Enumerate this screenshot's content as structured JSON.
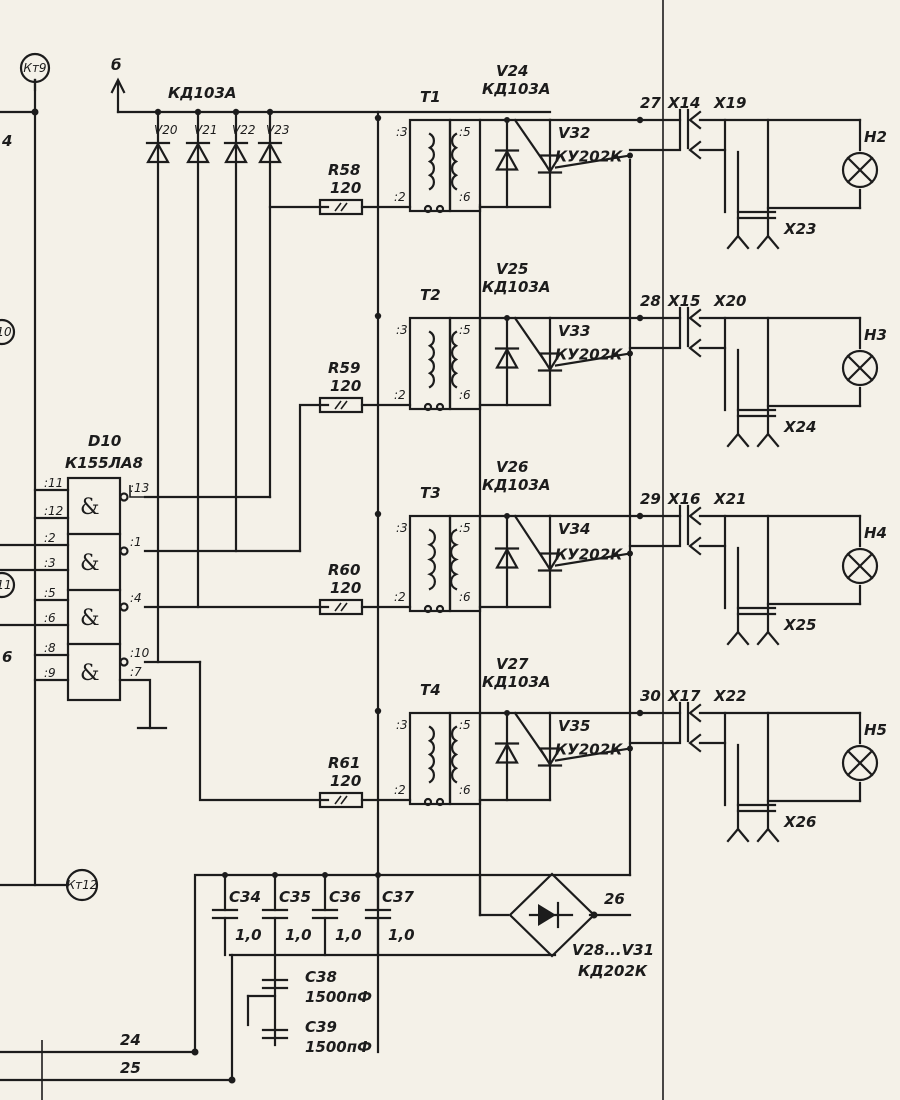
{
  "supply_label": "б",
  "left_terminals": {
    "kt9": "Кт9",
    "kt10": "10",
    "kt11": "11",
    "kt12": "Кт12"
  },
  "left_edge_labels": {
    "n4": "4",
    "n6": "6"
  },
  "diode_group": {
    "type": "КД103А",
    "refs": [
      "V20",
      "V21",
      "V22",
      "V23"
    ]
  },
  "chip": {
    "ref": "D10",
    "type": "К155ЛА8",
    "symbol": "&",
    "input_pins": [
      ":11",
      ":12",
      ":2",
      ":3",
      ":5",
      ":6",
      ":8",
      ":9"
    ],
    "output_pins": [
      ":13",
      ":1",
      ":4",
      ":10"
    ],
    "ground_pin": ":7"
  },
  "channels": [
    {
      "transformer": "T1",
      "resistor": "R58",
      "resistor_value": "120",
      "diode": "V24",
      "diode_type": "КД103А",
      "thyristor": "V32",
      "thyristor_type": "КУ202К",
      "node": "27",
      "connector_a": "X14",
      "connector_b": "X19",
      "connector_c": "X23",
      "lamp": "H2",
      "pins": [
        ":3",
        ":2",
        ":5",
        ":6"
      ]
    },
    {
      "transformer": "T2",
      "resistor": "R59",
      "resistor_value": "120",
      "diode": "V25",
      "diode_type": "КД103А",
      "thyristor": "V33",
      "thyristor_type": "КУ202К",
      "node": "28",
      "connector_a": "X15",
      "connector_b": "X20",
      "connector_c": "X24",
      "lamp": "H3",
      "pins": [
        ":3",
        ":2",
        ":5",
        ":6"
      ]
    },
    {
      "transformer": "T3",
      "resistor": "R60",
      "resistor_value": "120",
      "diode": "V26",
      "diode_type": "КД103А",
      "thyristor": "V34",
      "thyristor_type": "КУ202К",
      "node": "29",
      "connector_a": "X16",
      "connector_b": "X21",
      "connector_c": "X25",
      "lamp": "H4",
      "pins": [
        ":3",
        ":2",
        ":5",
        ":6"
      ]
    },
    {
      "transformer": "T4",
      "resistor": "R61",
      "resistor_value": "120",
      "diode": "V27",
      "diode_type": "КД103А",
      "thyristor": "V35",
      "thyristor_type": "КУ202К",
      "node": "30",
      "connector_a": "X17",
      "connector_b": "X22",
      "connector_c": "X26",
      "lamp": "H5",
      "pins": [
        ":3",
        ":2",
        ":5",
        ":6"
      ]
    }
  ],
  "capacitors": [
    {
      "ref": "C34",
      "value": "1,0"
    },
    {
      "ref": "C35",
      "value": "1,0"
    },
    {
      "ref": "C36",
      "value": "1,0"
    },
    {
      "ref": "C37",
      "value": "1,0"
    },
    {
      "ref": "C38",
      "value": "1500пФ"
    },
    {
      "ref": "C39",
      "value": "1500пФ"
    }
  ],
  "bridge": {
    "refs": "V28...V31",
    "type": "КД202К",
    "node": "26"
  },
  "bottom_nodes": [
    "24",
    "25"
  ]
}
